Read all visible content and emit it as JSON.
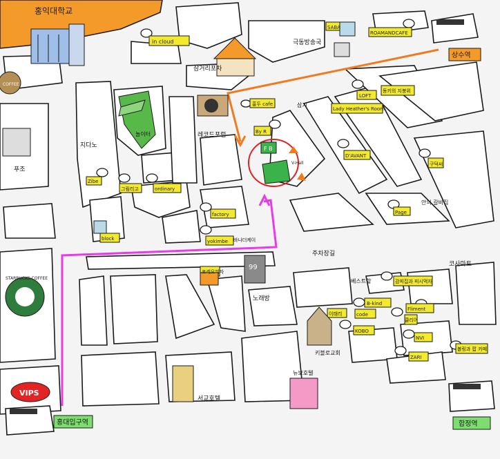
{
  "colors": {
    "background": "#f4f4f4",
    "block_fill": "#ffffff",
    "block_stroke": "#1a1a1a",
    "university": "#f39a2b",
    "orange_route": "#f07a1e",
    "magenta_route": "#e83ae8",
    "tag_yellow": "#f3ea2e",
    "highlight_circle": "#e02020",
    "green_building": "#3cb34a",
    "park_green": "#58b84a",
    "pink_hotel": "#f59ac6"
  },
  "top": {
    "university": "홍익대학교",
    "in_cloud": "in cloud",
    "samgeori": "삼거리포차",
    "kukdong": "극동방송국",
    "saba": "SABA",
    "roamand": "ROAMANDCAFE",
    "sangsu": "상수역"
  },
  "center": {
    "hongdu": "홍두 cafe",
    "by_r": "By R",
    "loft": "LOFT",
    "jipatwi": "동키의 지붕위",
    "lady": "Lady Heather's Room",
    "samgi": "삼기",
    "davant": "D'AVANT",
    "fb_sign": "F B",
    "hall": "V-Hall",
    "record": "레코드포럼",
    "gijaenolit": "놀이터",
    "jidaro": "지다노",
    "zibe": "Zibe",
    "yangimgoh": "그림리고",
    "ordinary": "ordinary",
    "factory": "factory",
    "yokimbe": "yokimbe",
    "block": "block",
    "bakery": "바나더케이",
    "jucha": "주차장길",
    "cafe_right": "구덕씨",
    "page": "Page",
    "galbi": "안의 갈비집",
    "pizza": "포레오피자",
    "karaoke": "노래방",
    "ninety_nine": "99",
    "right_mart": "코사마트",
    "bhwal": "베스트할",
    "gamjip": "감피집과 피시먹자",
    "b_kind": "B-kind",
    "cafe_r2": "이태리",
    "cafe_r3": "code",
    "fliment": "Fliment",
    "kobo": "KOBO",
    "geulja": "클리어",
    "nvi": "NVI",
    "zari": "ZARI",
    "bowl": "볼링과 팝 카페",
    "church": "키블로교회",
    "hotel_lbl": "뉴보호텔",
    "seogyo": "서교호텔"
  },
  "left": {
    "coffee": "COFFEE",
    "puzo": "푸조",
    "starbucks": "STARBUCKS COFFEE",
    "vips": "VIPS",
    "hongik_station": "홍대입구역"
  },
  "bottom_right": {
    "hapjeong": "합정역"
  }
}
